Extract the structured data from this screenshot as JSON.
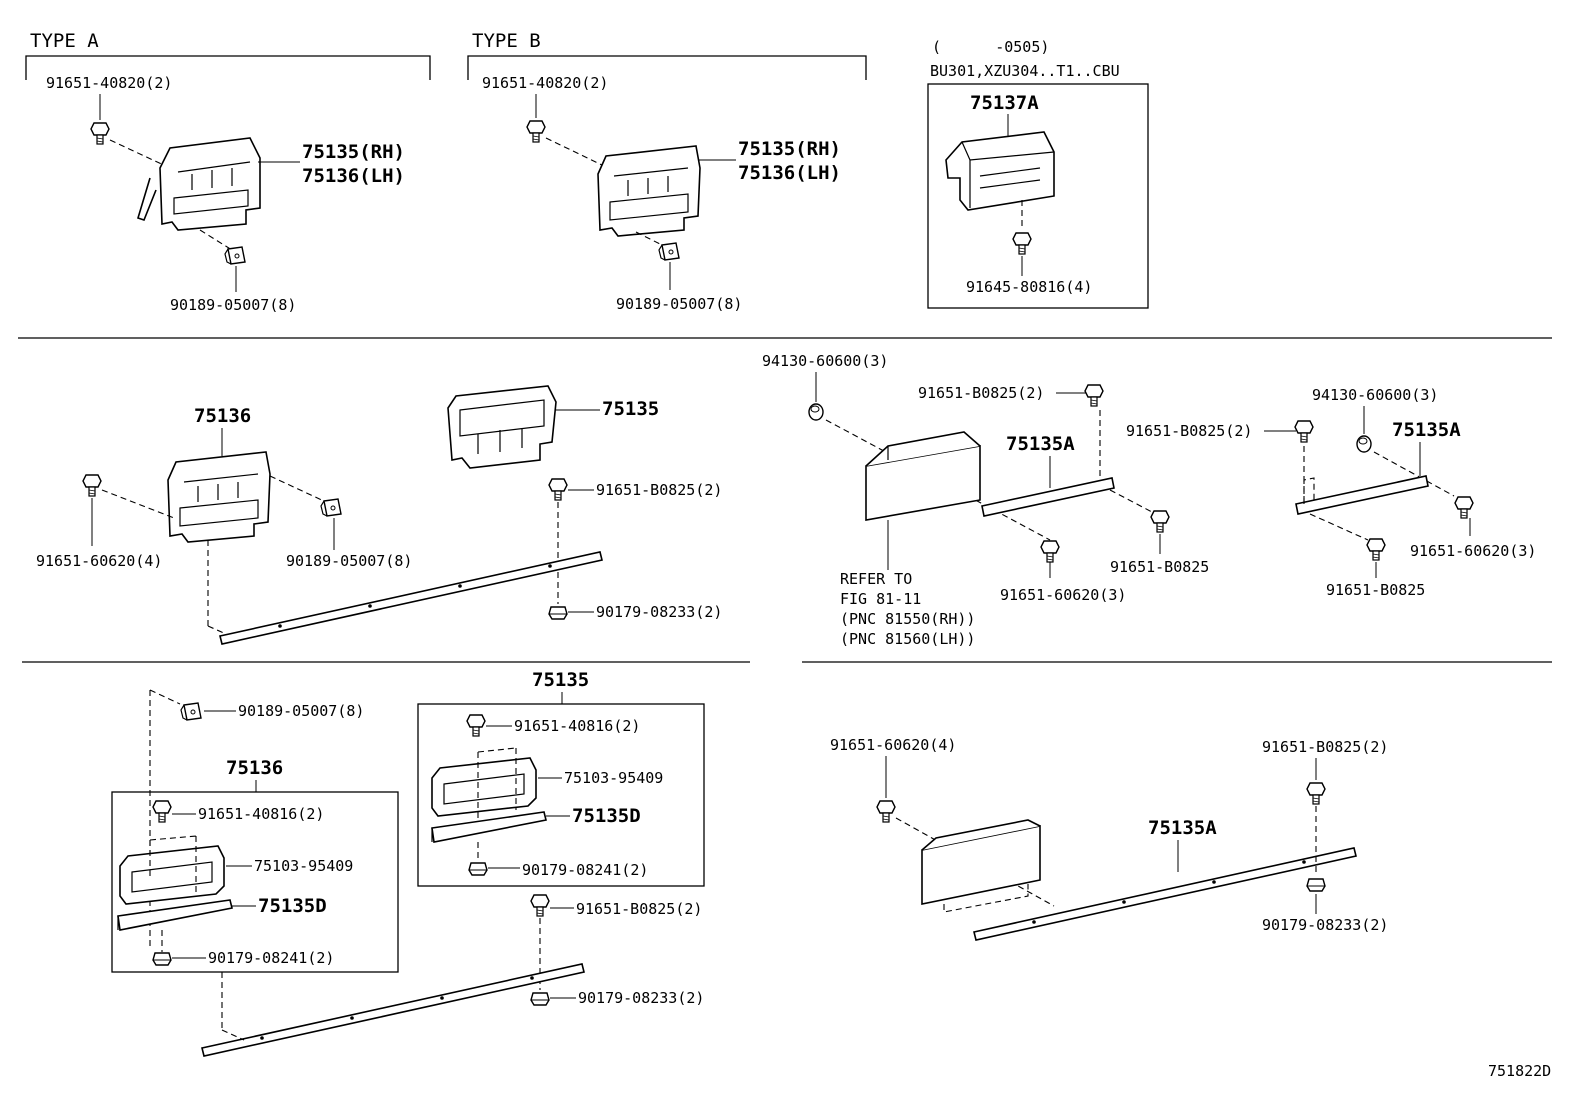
{
  "diagram_id": "751822D",
  "sections": {
    "type_a": {
      "heading": "TYPE A",
      "bolt": "91651-40820(2)",
      "rh": "75135(RH)",
      "lh": "75136(LH)",
      "clip": "90189-05007(8)"
    },
    "type_b": {
      "heading": "TYPE B",
      "bolt": "91651-40820(2)",
      "rh": "75135(RH)",
      "lh": "75136(LH)",
      "clip": "90189-05007(8)"
    },
    "type_c": {
      "date": "(      -0505)",
      "models": "BU301,XZU304..T1..CBU",
      "part": "75137A",
      "screw": "91645-80816(4)"
    },
    "mid_left": {
      "p75136": "75136",
      "p75135": "75135",
      "bolt_a": "91651-60620(4)",
      "clip": "90189-05007(8)",
      "bolt_b": "91651-B0825(2)",
      "nut": "90179-08233(2)"
    },
    "mid_right": {
      "nut_a": "94130-60600(3)",
      "bolt_a": "91651-B0825(2)",
      "part_a": "75135A",
      "refer_1": "REFER TO",
      "refer_2": "FIG 81-11",
      "refer_3": "(PNC 81550(RH))",
      "refer_4": "(PNC 81560(LH))",
      "bolt_b": "91651-60620(3)",
      "bolt_c": "91651-B0825",
      "bolt_d": "91651-B0825(2)",
      "nut_b": "94130-60600(3)",
      "part_b": "75135A",
      "bolt_e": "91651-60620(3)",
      "bolt_f": "91651-B0825"
    },
    "bottom_left": {
      "clip": "90189-05007(8)",
      "p75136": "75136",
      "bolt_a": "91651-40816(2)",
      "plate_a": "75103-95409",
      "bracket_a": "75135D",
      "nut_a": "90179-08241(2)",
      "p75135": "75135",
      "bolt_b": "91651-40816(2)",
      "plate_b": "75103-95409",
      "bracket_b": "75135D",
      "nut_b": "90179-08241(2)",
      "bolt_c": "91651-B0825(2)",
      "nut_c": "90179-08233(2)"
    },
    "bottom_right": {
      "bolt_a": "91651-60620(4)",
      "bolt_b": "91651-B0825(2)",
      "part": "75135A",
      "nut": "90179-08233(2)"
    }
  }
}
